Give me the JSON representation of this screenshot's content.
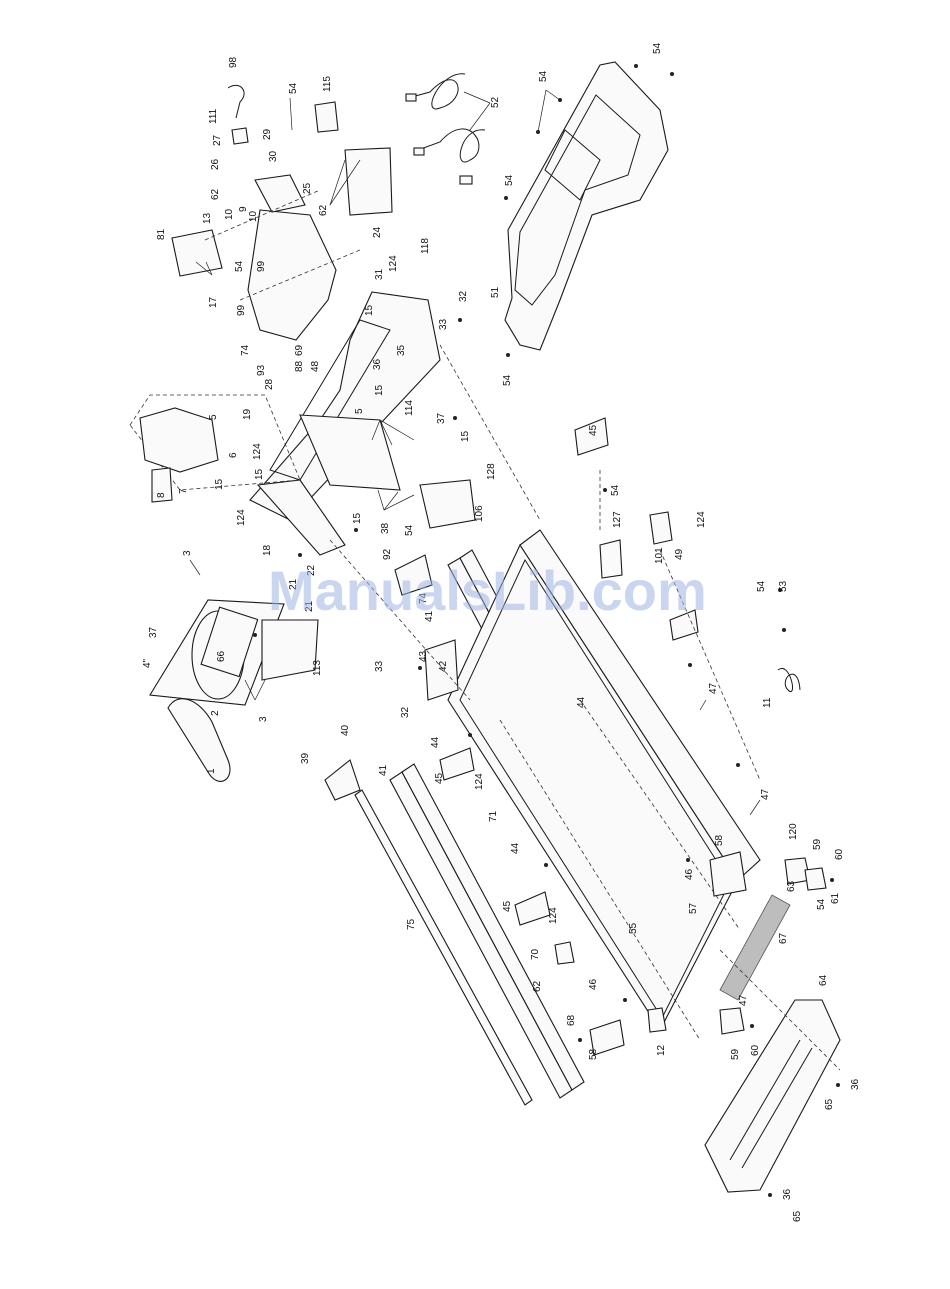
{
  "watermark": "ManualsLib.com",
  "callouts": [
    {
      "id": "c98",
      "text": "98"
    },
    {
      "id": "c111",
      "text": "111"
    },
    {
      "id": "c27",
      "text": "27"
    },
    {
      "id": "c29",
      "text": "29"
    },
    {
      "id": "c26",
      "text": "26"
    },
    {
      "id": "c30",
      "text": "30"
    },
    {
      "id": "c62a",
      "text": "62"
    },
    {
      "id": "c25",
      "text": "25"
    },
    {
      "id": "c10a",
      "text": "10"
    },
    {
      "id": "c9",
      "text": "9"
    },
    {
      "id": "c10b",
      "text": "10"
    },
    {
      "id": "c13",
      "text": "13"
    },
    {
      "id": "c81",
      "text": "81"
    },
    {
      "id": "c54a",
      "text": "54"
    },
    {
      "id": "c99a",
      "text": "99"
    },
    {
      "id": "c17",
      "text": "17"
    },
    {
      "id": "c99b",
      "text": "99"
    },
    {
      "id": "c115",
      "text": "115"
    },
    {
      "id": "c54b",
      "text": "54"
    },
    {
      "id": "c62b",
      "text": "62"
    },
    {
      "id": "c24",
      "text": "24"
    },
    {
      "id": "c52",
      "text": "52"
    },
    {
      "id": "c54c",
      "text": "54"
    },
    {
      "id": "c54d",
      "text": "54"
    },
    {
      "id": "c54e",
      "text": "54"
    },
    {
      "id": "c51",
      "text": "51"
    },
    {
      "id": "c54f",
      "text": "54"
    },
    {
      "id": "c118",
      "text": "118"
    },
    {
      "id": "c124a",
      "text": "124"
    },
    {
      "id": "c31",
      "text": "31"
    },
    {
      "id": "c32a",
      "text": "32"
    },
    {
      "id": "c15a",
      "text": "15"
    },
    {
      "id": "c33a",
      "text": "33"
    },
    {
      "id": "c74a",
      "text": "74"
    },
    {
      "id": "c69",
      "text": "69"
    },
    {
      "id": "c48",
      "text": "48"
    },
    {
      "id": "c35",
      "text": "35"
    },
    {
      "id": "c36a",
      "text": "36"
    },
    {
      "id": "c93",
      "text": "93"
    },
    {
      "id": "c88",
      "text": "88"
    },
    {
      "id": "c28",
      "text": "28"
    },
    {
      "id": "c15b",
      "text": "15"
    },
    {
      "id": "c37a",
      "text": "37"
    },
    {
      "id": "c15c",
      "text": "15"
    },
    {
      "id": "c5a",
      "text": "5"
    },
    {
      "id": "c5b",
      "text": "5"
    },
    {
      "id": "c19",
      "text": "19"
    },
    {
      "id": "c124b",
      "text": "124"
    },
    {
      "id": "c114",
      "text": "114"
    },
    {
      "id": "c6",
      "text": "6"
    },
    {
      "id": "c7",
      "text": "7"
    },
    {
      "id": "c8",
      "text": "8"
    },
    {
      "id": "c15d",
      "text": "15"
    },
    {
      "id": "c15e",
      "text": "15"
    },
    {
      "id": "c128",
      "text": "128"
    },
    {
      "id": "c38",
      "text": "38"
    },
    {
      "id": "c106",
      "text": "106"
    },
    {
      "id": "c54g",
      "text": "54"
    },
    {
      "id": "c124c",
      "text": "124"
    },
    {
      "id": "c15f",
      "text": "15"
    },
    {
      "id": "c18",
      "text": "18"
    },
    {
      "id": "c92",
      "text": "92"
    },
    {
      "id": "c45a",
      "text": "45"
    },
    {
      "id": "c54h",
      "text": "54"
    },
    {
      "id": "c127",
      "text": "127"
    },
    {
      "id": "c124d",
      "text": "124"
    },
    {
      "id": "c49",
      "text": "49"
    },
    {
      "id": "c101",
      "text": "101"
    },
    {
      "id": "c3a",
      "text": "3"
    },
    {
      "id": "c22",
      "text": "22"
    },
    {
      "id": "c21a",
      "text": "21"
    },
    {
      "id": "c21b",
      "text": "21"
    },
    {
      "id": "c37b",
      "text": "37"
    },
    {
      "id": "c4",
      "text": "4\""
    },
    {
      "id": "c66",
      "text": "66"
    },
    {
      "id": "c2",
      "text": "2"
    },
    {
      "id": "c3b",
      "text": "3"
    },
    {
      "id": "c113",
      "text": "113"
    },
    {
      "id": "c33b",
      "text": "33"
    },
    {
      "id": "c43",
      "text": "43"
    },
    {
      "id": "c42",
      "text": "42"
    },
    {
      "id": "c32b",
      "text": "32"
    },
    {
      "id": "c41a",
      "text": "41"
    },
    {
      "id": "c74b",
      "text": "74"
    },
    {
      "id": "c1",
      "text": "1"
    },
    {
      "id": "c39",
      "text": "39"
    },
    {
      "id": "c40",
      "text": "40"
    },
    {
      "id": "c44a",
      "text": "44"
    },
    {
      "id": "c45b",
      "text": "45"
    },
    {
      "id": "c124e",
      "text": "124"
    },
    {
      "id": "c44b",
      "text": "44"
    },
    {
      "id": "c54i",
      "text": "54"
    },
    {
      "id": "c53",
      "text": "53"
    },
    {
      "id": "c11",
      "text": "11"
    },
    {
      "id": "c47a",
      "text": "47"
    },
    {
      "id": "c41b",
      "text": "41"
    },
    {
      "id": "c71",
      "text": "71"
    },
    {
      "id": "c47b",
      "text": "47"
    },
    {
      "id": "c120",
      "text": "120"
    },
    {
      "id": "c58a",
      "text": "58"
    },
    {
      "id": "c59a",
      "text": "59"
    },
    {
      "id": "c60a",
      "text": "60"
    },
    {
      "id": "c44c",
      "text": "44"
    },
    {
      "id": "c46a",
      "text": "46"
    },
    {
      "id": "c63",
      "text": "63"
    },
    {
      "id": "c54j",
      "text": "54"
    },
    {
      "id": "c61",
      "text": "61"
    },
    {
      "id": "c45c",
      "text": "45"
    },
    {
      "id": "c124f",
      "text": "124"
    },
    {
      "id": "c57",
      "text": "57"
    },
    {
      "id": "c75",
      "text": "75"
    },
    {
      "id": "c55",
      "text": "55"
    },
    {
      "id": "c67",
      "text": "67"
    },
    {
      "id": "c70",
      "text": "70"
    },
    {
      "id": "c62c",
      "text": "62"
    },
    {
      "id": "c46b",
      "text": "46"
    },
    {
      "id": "c64",
      "text": "64"
    },
    {
      "id": "c47c",
      "text": "47"
    },
    {
      "id": "c68",
      "text": "68"
    },
    {
      "id": "c58b",
      "text": "58"
    },
    {
      "id": "c12",
      "text": "12"
    },
    {
      "id": "c59b",
      "text": "59"
    },
    {
      "id": "c60b",
      "text": "60"
    },
    {
      "id": "c36b",
      "text": "36"
    },
    {
      "id": "c65a",
      "text": "65"
    },
    {
      "id": "c36c",
      "text": "36"
    },
    {
      "id": "c65b",
      "text": "65"
    }
  ]
}
